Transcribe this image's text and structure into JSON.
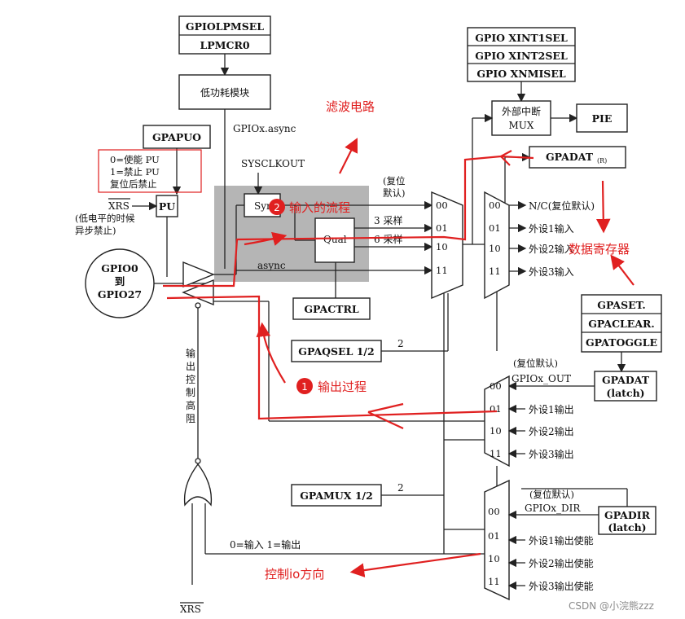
{
  "blocks": {
    "gpiolpmsel": "GPIOLPMSEL",
    "lpmcr0": "LPMCR0",
    "low_power": "低功耗模块",
    "gpiox_async": "GPIOx.async",
    "gpapuo": "GPAPUO",
    "pu_desc1": "0=使能   PU",
    "pu_desc2": "1=禁止   PU",
    "pu_desc3": "复位后禁止",
    "pu": "PU",
    "xrs": "XRS",
    "xrs_note1": "(低电平的时候",
    "xrs_note2": "异步禁止)",
    "sysclkout": "SYSCLKOUT",
    "sync": "Sync",
    "qual": "Qual",
    "async": "async",
    "gpio_pin1": "GPIO0",
    "gpio_pin2": "到",
    "gpio_pin3": "GPIO27",
    "gpactrl": "GPACTRL",
    "gpaqsel": "GPAQSEL 1/2",
    "gpamux": "GPAMUX 1/2",
    "two1": "2",
    "two2": "2",
    "input_reset1": "(复位",
    "input_reset2": "默认)",
    "sample3": "3 采样",
    "sample6": "6 采样",
    "mux_in": [
      "00",
      "01",
      "10",
      "11"
    ],
    "xint": [
      "GPIO XINT1SEL",
      "GPIO XINT2SEL",
      "GPIO XNMISEL"
    ],
    "ext_mux1": "外部中断",
    "ext_mux2": "MUX",
    "pie": "PIE",
    "gpadat_main": "GPADAT",
    "gpadat_sub": "(R)",
    "right_mux_codes": [
      "00",
      "01",
      "10",
      "11"
    ],
    "right_mux_labels": [
      "N/C(复位默认)",
      "外设1输入",
      "外设2输入",
      "外设3输入"
    ],
    "gpa_regs": [
      "GPASET.",
      "GPACLEAR.",
      "GPATOGGLE"
    ],
    "gpadat_latch1": "GPADAT",
    "gpadat_latch2": "(latch)",
    "out_reset": "(复位默认)",
    "gpiox_out": "GPIOx_OUT",
    "out_codes": [
      "00",
      "01",
      "10",
      "11"
    ],
    "out_labels": [
      "外设1输出",
      "外设2输出",
      "外设3输出"
    ],
    "out_ctrl": "输出控制高阻",
    "dir_reset": "(复位默认)",
    "gpiox_dir": "GPIOx_DIR",
    "gpadir1": "GPADIR",
    "gpadir2": "(latch)",
    "dir_codes": [
      "00",
      "01",
      "10",
      "11"
    ],
    "dir_labels": [
      "外设1输出使能",
      "外设2输出使能",
      "外设3输出使能"
    ],
    "in_out_sel": "0=输入  1=输出",
    "xrs_bottom": "XRS"
  },
  "annotations": {
    "filter": "滤波电路",
    "input_flow": "输入的流程",
    "input_num": "2",
    "output_process": "输出过程",
    "output_num": "1",
    "data_reg": "数据寄存器",
    "io_dir": "控制io方向"
  },
  "watermark": "CSDN @小浣熊zzz"
}
